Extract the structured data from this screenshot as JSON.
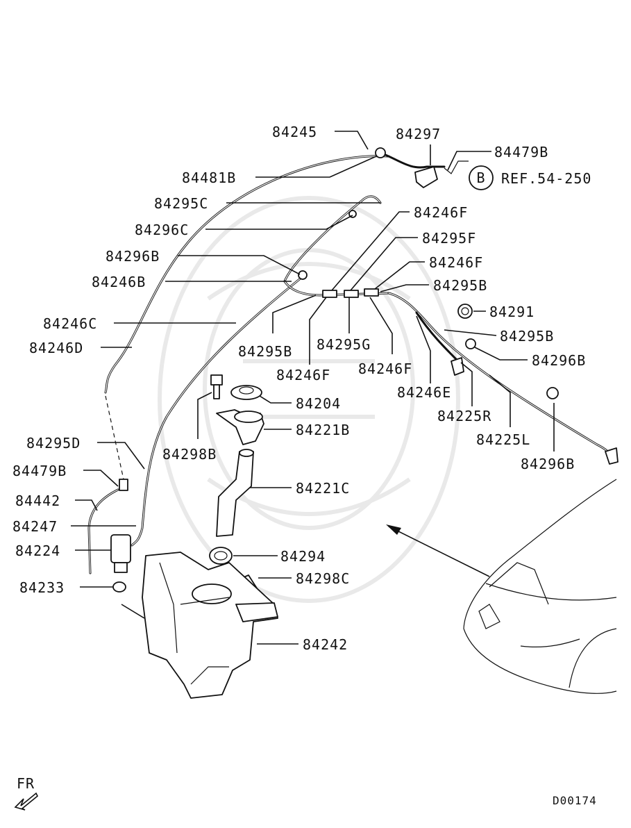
{
  "callouts": [
    {
      "id": "84245",
      "text": "84245"
    },
    {
      "id": "84297",
      "text": "84297"
    },
    {
      "id": "84479B_top",
      "text": "84479B"
    },
    {
      "id": "84481B",
      "text": "84481B"
    },
    {
      "id": "84295C",
      "text": "84295C"
    },
    {
      "id": "84246F_1",
      "text": "84246F"
    },
    {
      "id": "84296C",
      "text": "84296C"
    },
    {
      "id": "84295F",
      "text": "84295F"
    },
    {
      "id": "84296B_1",
      "text": "84296B"
    },
    {
      "id": "84246F_2",
      "text": "84246F"
    },
    {
      "id": "84246B",
      "text": "84246B"
    },
    {
      "id": "84295B_1",
      "text": "84295B"
    },
    {
      "id": "84291",
      "text": "84291"
    },
    {
      "id": "84246C",
      "text": "84246C"
    },
    {
      "id": "84295B_2",
      "text": "84295B"
    },
    {
      "id": "84246D",
      "text": "84246D"
    },
    {
      "id": "84295B_3",
      "text": "84295B"
    },
    {
      "id": "84295G",
      "text": "84295G"
    },
    {
      "id": "84296B_2",
      "text": "84296B"
    },
    {
      "id": "84246F_3",
      "text": "84246F"
    },
    {
      "id": "84246F_4",
      "text": "84246F"
    },
    {
      "id": "84246E",
      "text": "84246E"
    },
    {
      "id": "84204",
      "text": "84204"
    },
    {
      "id": "84225R",
      "text": "84225R"
    },
    {
      "id": "84221B",
      "text": "84221B"
    },
    {
      "id": "84225L",
      "text": "84225L"
    },
    {
      "id": "84295D",
      "text": "84295D"
    },
    {
      "id": "84298B",
      "text": "84298B"
    },
    {
      "id": "84296B_3",
      "text": "84296B"
    },
    {
      "id": "84479B_left",
      "text": "84479B"
    },
    {
      "id": "84221C",
      "text": "84221C"
    },
    {
      "id": "84442",
      "text": "84442"
    },
    {
      "id": "84247",
      "text": "84247"
    },
    {
      "id": "84224",
      "text": "84224"
    },
    {
      "id": "84294",
      "text": "84294"
    },
    {
      "id": "84298C",
      "text": "84298C"
    },
    {
      "id": "84233",
      "text": "84233"
    },
    {
      "id": "84242",
      "text": "84242"
    }
  ],
  "reference": {
    "circle_letter": "B",
    "text": "REF.54-250"
  },
  "direction": {
    "label": "FR"
  },
  "drawing_code": "D00174"
}
